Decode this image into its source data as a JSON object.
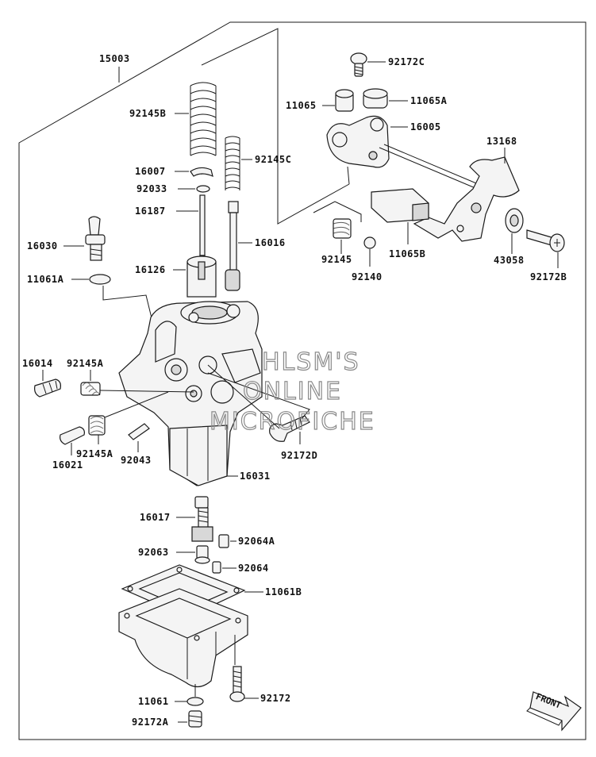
{
  "diagram": {
    "assembly_label": "15003",
    "front_label": "FRONT",
    "watermark": [
      "HLSM'S",
      "ONLINE",
      "MICROFICHE"
    ],
    "parts": [
      "15003",
      "92172C",
      "11065",
      "11065A",
      "16005",
      "13168",
      "92145B",
      "16007",
      "92145C",
      "92033",
      "16187",
      "16016",
      "16030",
      "16126",
      "11061A",
      "92145",
      "92140",
      "11065B",
      "43058",
      "92172B",
      "16014",
      "92145A",
      "16021",
      "92145A",
      "92043",
      "92172D",
      "16031",
      "16017",
      "92064A",
      "92063",
      "92064",
      "11061B",
      "11061",
      "92172",
      "92172A"
    ]
  }
}
